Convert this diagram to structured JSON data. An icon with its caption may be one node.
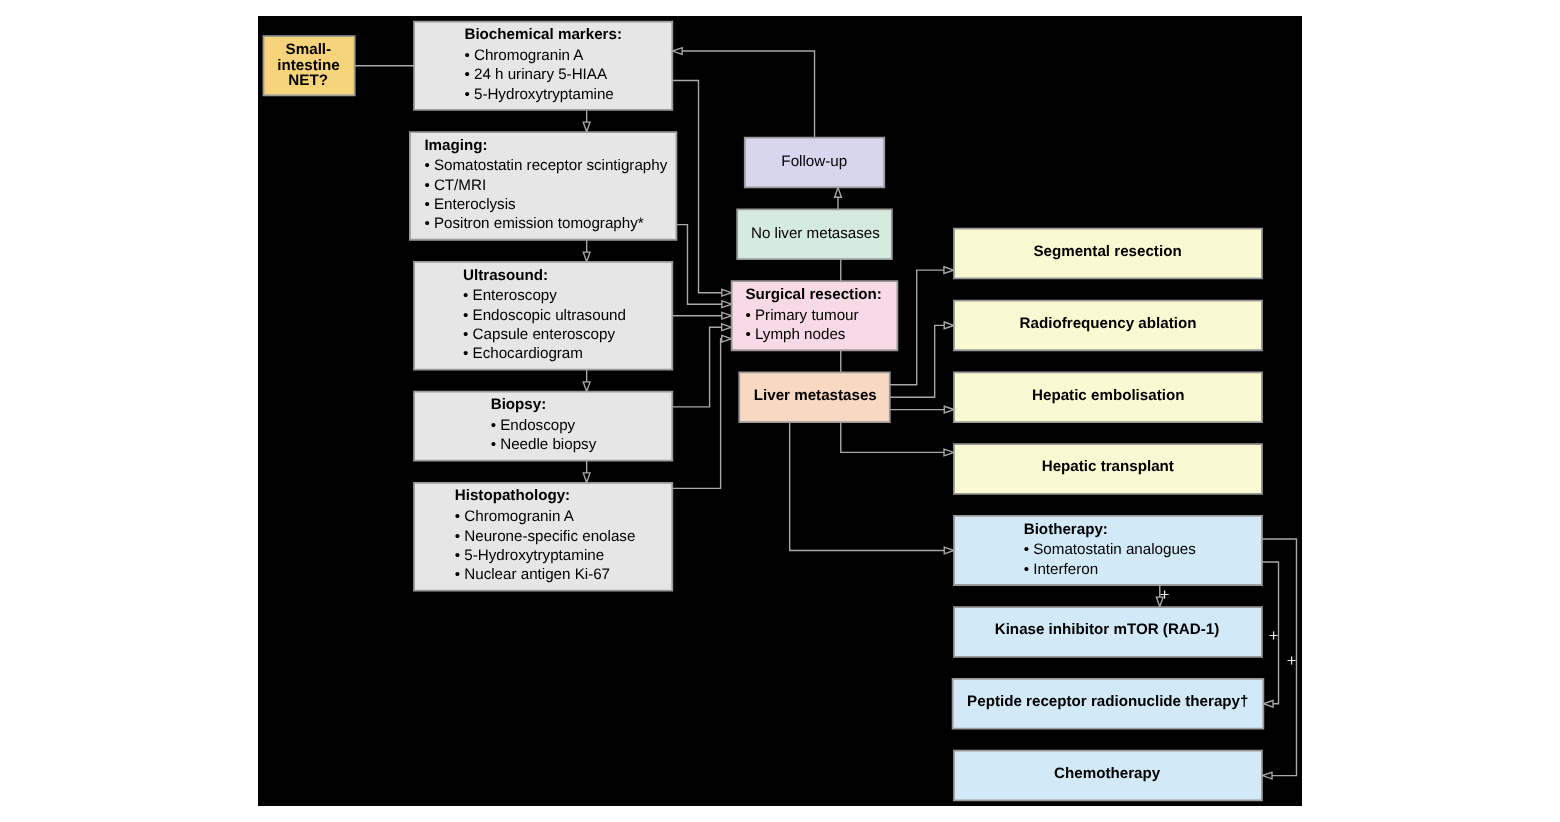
{
  "diagram": {
    "nodes": [
      {
        "text": [
          "Small-intestine NET?"
        ]
      },
      {
        "text": [
          "Biochemical markers:",
          "• Chromogranin A",
          "• 24 h urinary 5-HIAA",
          "• 5-Hydroxytryptamine"
        ]
      },
      {
        "text": [
          "Imaging:",
          "• Somatostatin receptor scintigraphy",
          "• CT/MRI",
          "• Enteroclysis",
          "• Positron emission tomography*"
        ]
      },
      {
        "text": [
          "Ultrasound:",
          "• Enteroscopy",
          "• Endoscopic ultrasound",
          "• Capsule enteroscopy",
          "• Echocardiogram"
        ]
      },
      {
        "text": [
          "Biopsy:",
          "• Endoscopy",
          "• Needle biopsy"
        ]
      },
      {
        "text": [
          "Histopathology:",
          "• Chromogranin A",
          "• Neurone-specific enolase",
          "• 5-Hydroxytryptamine",
          "• Nuclear antigen Ki-67"
        ]
      },
      {
        "text": [
          "Follow-up"
        ]
      },
      {
        "text": [
          "No liver metasases"
        ]
      },
      {
        "text": [
          "Surgical resection:",
          "• Primary tumour",
          "• Lymph nodes"
        ]
      },
      {
        "text": [
          "Liver metastases"
        ]
      },
      {
        "text": [
          "Segmental resection"
        ]
      },
      {
        "text": [
          "Radiofrequency ablation"
        ]
      },
      {
        "text": [
          "Hepatic embolisation"
        ]
      },
      {
        "text": [
          "Hepatic transplant"
        ]
      },
      {
        "text": [
          "Biotherapy:",
          "• Somatostatin analogues",
          "• Interferon"
        ]
      },
      {
        "text": [
          "Kinase inhibitor mTOR (RAD-1)"
        ]
      },
      {
        "text": [
          "Peptide receptor radionuclide therapy†"
        ]
      },
      {
        "text": [
          "Chemotherapy"
        ]
      }
    ],
    "edges": [
      {
        "from": 0,
        "to": 1,
        "arrow": "none"
      },
      {
        "from": 1,
        "to": 2,
        "arrow": "to"
      },
      {
        "from": 2,
        "to": 3,
        "arrow": "to"
      },
      {
        "from": 3,
        "to": 4,
        "arrow": "to"
      },
      {
        "from": 4,
        "to": 5,
        "arrow": "to"
      },
      {
        "from": 1,
        "to": 8,
        "arrow": "to"
      },
      {
        "from": 2,
        "to": 8,
        "arrow": "to"
      },
      {
        "from": 3,
        "to": 8,
        "arrow": "to"
      },
      {
        "from": 4,
        "to": 8,
        "arrow": "to"
      },
      {
        "from": 5,
        "to": 8,
        "arrow": "to"
      },
      {
        "from": 8,
        "to": 7,
        "arrow": "none"
      },
      {
        "from": 7,
        "to": 6,
        "arrow": "to"
      },
      {
        "from": 6,
        "to": 1,
        "arrow": "to"
      },
      {
        "from": 8,
        "to": 9,
        "arrow": "none"
      },
      {
        "from": 9,
        "to": 10,
        "arrow": "to"
      },
      {
        "from": 9,
        "to": 11,
        "arrow": "to"
      },
      {
        "from": 9,
        "to": 12,
        "arrow": "to"
      },
      {
        "from": 9,
        "to": 13,
        "arrow": "to"
      },
      {
        "from": 9,
        "to": 14,
        "arrow": "to"
      },
      {
        "from": 14,
        "to": 15,
        "arrow": "to",
        "label": "+"
      },
      {
        "from": 14,
        "to": 16,
        "arrow": "to",
        "label": "+"
      },
      {
        "from": 14,
        "to": 17,
        "arrow": "to",
        "label": "+"
      }
    ]
  }
}
